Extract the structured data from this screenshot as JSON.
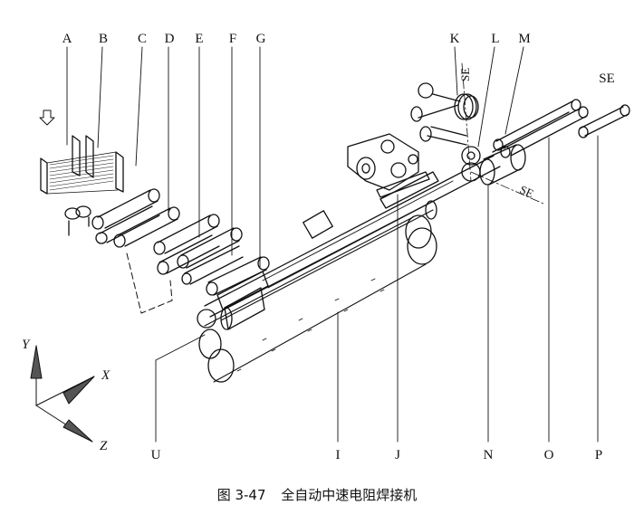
{
  "figure": {
    "caption_number": "图 3-47",
    "caption_title": "全自动中速电阻焊接机"
  },
  "labels": {
    "top": [
      "A",
      "B",
      "C",
      "D",
      "E",
      "F",
      "G",
      "K",
      "L",
      "M"
    ],
    "bottom": [
      "U",
      "I",
      "J",
      "N",
      "O",
      "P"
    ],
    "se": [
      "SE",
      "SE",
      "SE"
    ]
  },
  "axes": {
    "x": "X",
    "y": "Y",
    "z": "Z"
  }
}
